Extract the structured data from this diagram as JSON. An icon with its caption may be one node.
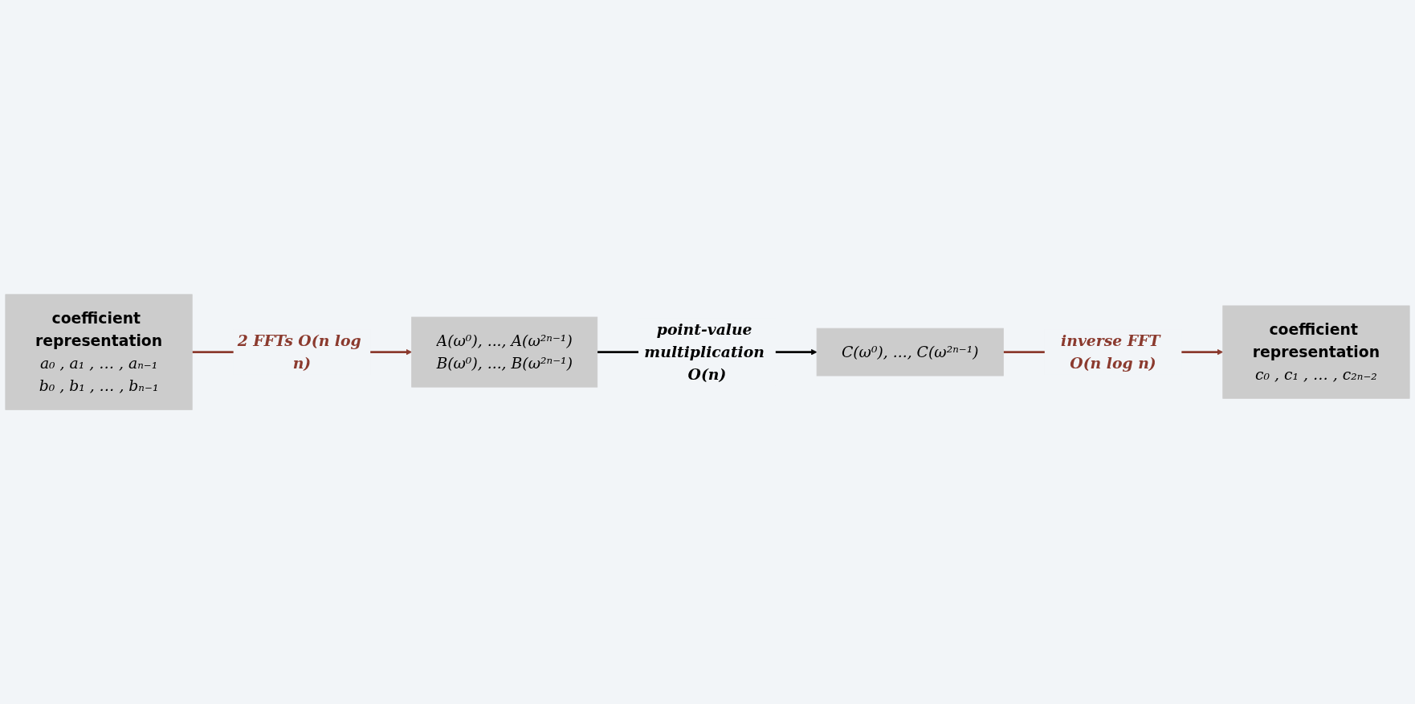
{
  "diagram": {
    "nodes": [
      {
        "text": [
          "coefficient representation",
          "a₀ , a₁ , … , aₙ₋₁",
          "b₀ , b₁ , … , bₙ₋₁"
        ]
      },
      {
        "text": [
          "A(ω⁰), ..., A(ω²ⁿ⁻¹)",
          "B(ω⁰), ..., B(ω²ⁿ⁻¹)"
        ]
      },
      {
        "text": [
          "C(ω⁰), ..., C(ω²ⁿ⁻¹)"
        ]
      },
      {
        "text": [
          "coefficient representation",
          "c₀ , c₁ , … , c₂ₙ₋₂"
        ]
      }
    ],
    "edges": [
      {
        "from": 0,
        "to": 1,
        "arrow": "to",
        "label": "2 FFTs O(n log n)",
        "color": "#8b3a2e"
      },
      {
        "from": 1,
        "to": 2,
        "arrow": "to",
        "label": "point-value multiplication O(n)",
        "color": "#000000"
      },
      {
        "from": 2,
        "to": 3,
        "arrow": "to",
        "label": "inverse FFT O(n log n)",
        "color": "#8b3a2e"
      }
    ]
  }
}
